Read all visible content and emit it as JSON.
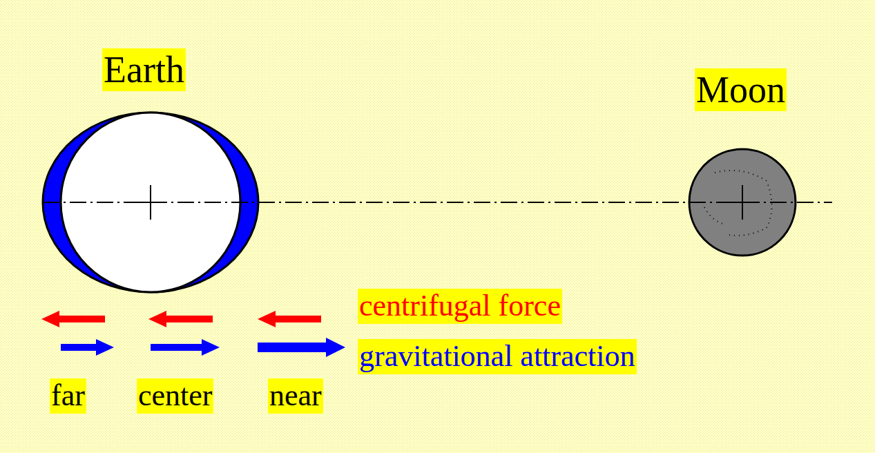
{
  "diagram": {
    "labels": [
      "Earth",
      "Moon",
      "centrifugal force",
      "gravitational attraction",
      "far",
      "center",
      "near"
    ]
  }
}
